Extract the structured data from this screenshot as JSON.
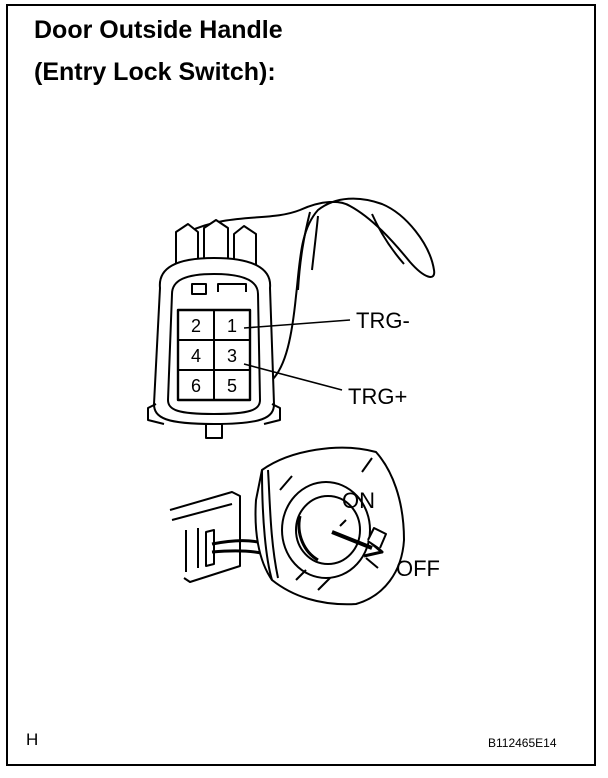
{
  "title": {
    "line1": "Door Outside Handle",
    "line2": "(Entry Lock Switch):"
  },
  "connector": {
    "pins": [
      {
        "number": "2"
      },
      {
        "number": "1"
      },
      {
        "number": "4"
      },
      {
        "number": "3"
      },
      {
        "number": "6"
      },
      {
        "number": "5"
      }
    ],
    "callouts": [
      {
        "pin": "1",
        "label": "TRG-"
      },
      {
        "pin": "3",
        "label": "TRG+"
      }
    ]
  },
  "switch": {
    "on_label": "ON",
    "off_label": "OFF"
  },
  "footer": {
    "page_letter": "H",
    "figure_code": "B112465E14"
  }
}
